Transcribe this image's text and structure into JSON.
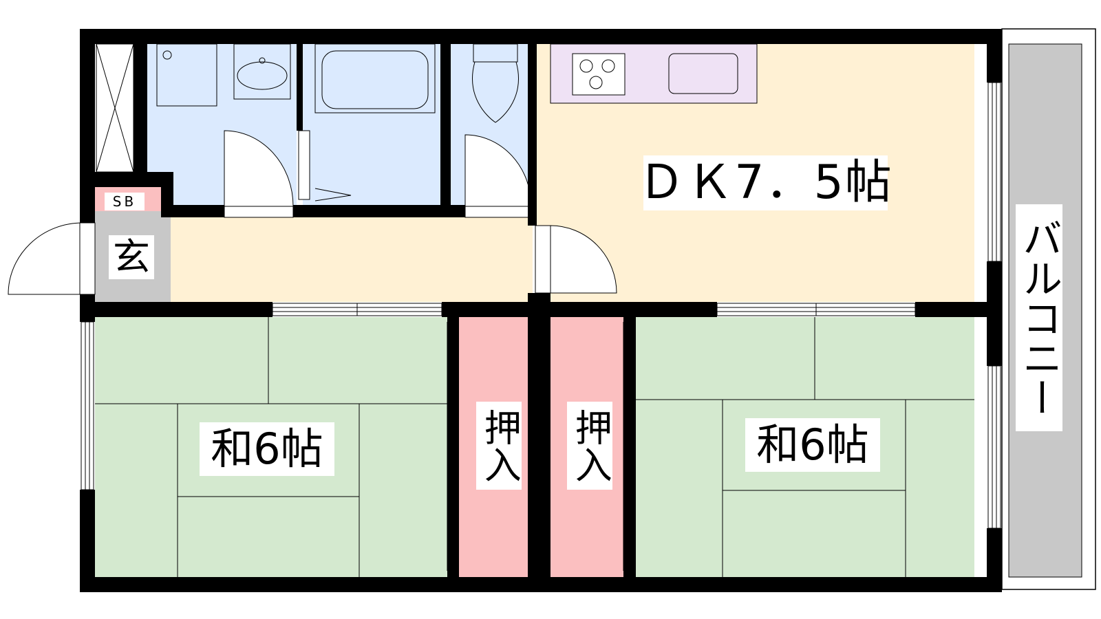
{
  "rooms": {
    "dk": {
      "label": "ＤＫ7．5帖"
    },
    "washitsu_left": {
      "label": "和6帖"
    },
    "washitsu_right": {
      "label": "和6帖"
    },
    "genkan": {
      "label": "玄"
    },
    "shoe_box": {
      "label": "SB"
    },
    "oshiire_left": {
      "label": "押入"
    },
    "oshiire_right": {
      "label": "押入"
    },
    "balcony": {
      "label": "バルコニー"
    }
  },
  "colors": {
    "wall": "#000000",
    "wet_area": "#dbeafe",
    "dk_floor": "#fff1d4",
    "tatami": "#d4e9cf",
    "closet": "#fbbfc0",
    "genkan": "#c8c8c8",
    "counter": "#efe2f5",
    "balcony": "#c8c8c8"
  }
}
